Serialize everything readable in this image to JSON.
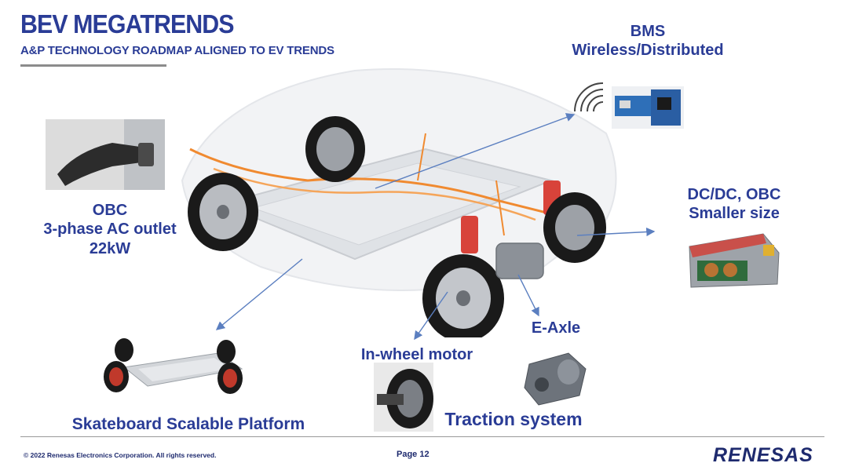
{
  "header": {
    "title": "BEV MEGATRENDS",
    "subtitle": "A&P TECHNOLOGY ROADMAP ALIGNED TO EV TRENDS"
  },
  "callouts": {
    "bms_line1": "BMS",
    "bms_line2": "Wireless/Distributed",
    "dcdc_line1": "DC/DC, OBC",
    "dcdc_line2": "Smaller size",
    "obc_line1": "OBC",
    "obc_line2": "3-phase AC outlet",
    "obc_line3": "22kW",
    "skateboard": "Skateboard Scalable Platform",
    "in_wheel": "In-wheel motor",
    "e_axle": "E-Axle",
    "traction": "Traction system"
  },
  "footer": {
    "copyright": "© 2022 Renesas Electronics Corporation. All rights reserved.",
    "page": "Page 12",
    "logo_text": "RENESAS"
  },
  "colors": {
    "title_blue": "#2a3c96",
    "arrow_blue": "#5b7fc0",
    "logo_blue": "#1e2a6e",
    "harness_orange": "#f08a30"
  },
  "icons": {
    "wireless": "wireless-signal-icon"
  }
}
